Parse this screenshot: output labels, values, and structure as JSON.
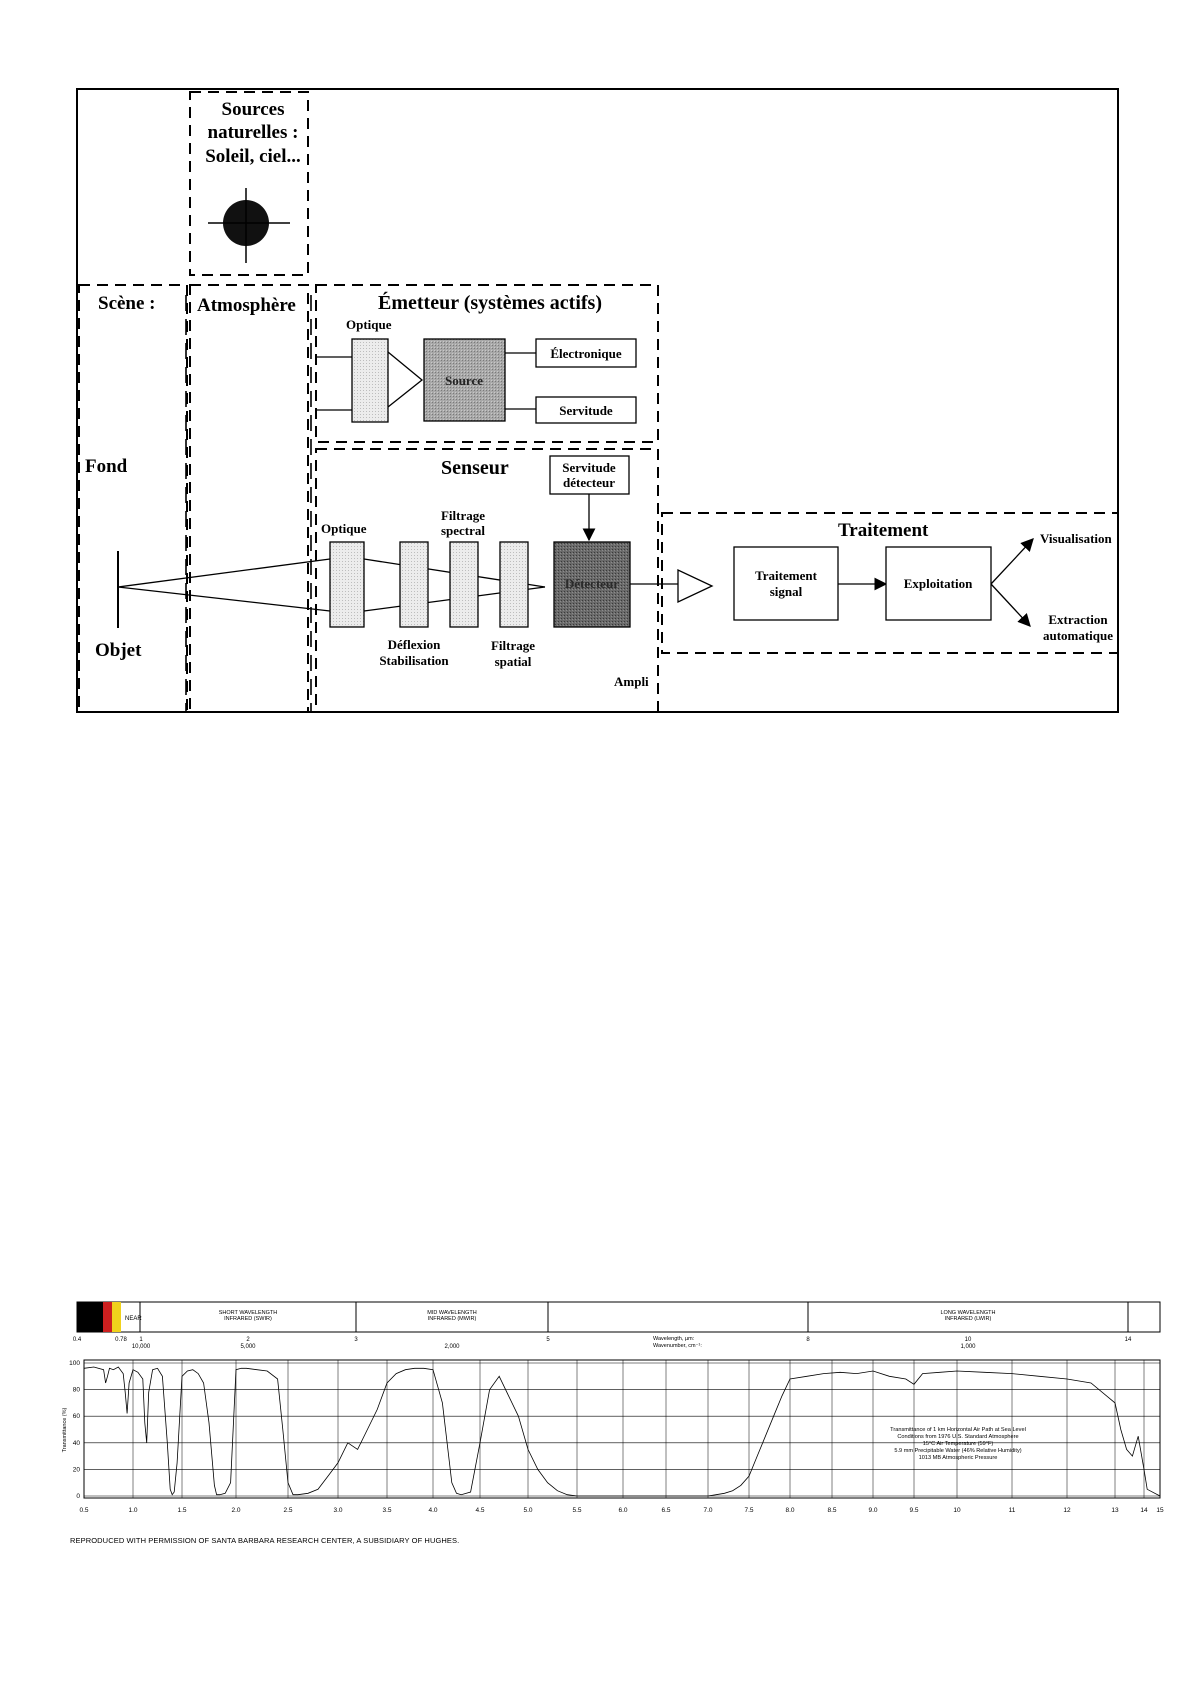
{
  "diagram": {
    "sources": [
      "Sources",
      "naturelles :",
      "Soleil, ciel..."
    ],
    "scene_label": "Scène :",
    "atmosphere_label": "Atmosphère",
    "fond_label": "Fond",
    "objet_label": "Objet",
    "emetteur": {
      "title": "Émetteur (systèmes actifs)",
      "optique": "Optique",
      "source": "Source",
      "electronique": "Électronique",
      "servitude": "Servitude"
    },
    "senseur": {
      "title": "Senseur",
      "servitude_detecteur": [
        "Servitude",
        "détecteur"
      ],
      "optique": "Optique",
      "filtrage_spectral": [
        "Filtrage",
        "spectral"
      ],
      "detecteur": "Détecteur",
      "deflexion": [
        "Déflexion",
        "Stabilisation"
      ],
      "filtrage_spatial": [
        "Filtrage",
        "spatial"
      ],
      "ampli": "Ampli"
    },
    "traitement": {
      "title": "Traitement",
      "traitement_signal": [
        "Traitement",
        "signal"
      ],
      "exploitation": "Exploitation",
      "visualisation": "Visualisation",
      "extraction": [
        "Extraction",
        "automatique"
      ]
    }
  },
  "chart_data": {
    "type": "line",
    "bands": [
      {
        "label": "NEAR"
      },
      {
        "label": "SHORT WAVELENGTH\nINFRARED (SWIR)"
      },
      {
        "label": "MID WAVELENGTH\nINFRARED (MWIR)"
      },
      {
        "label": "LONG WAVELENGTH\nINFRARED (LWIR)"
      }
    ],
    "top_wavelength_ticks": [
      "0.4",
      "0.78",
      "1",
      "2",
      "3",
      "5",
      "8",
      "10",
      "14"
    ],
    "top_wavenumber_ticks": [
      "10,000",
      "5,000",
      "2,000",
      "1,000"
    ],
    "axis_caption": [
      "Wavelength, µm:",
      "Wavenumber, cm⁻¹:"
    ],
    "ylabel": "Transmittance (%)",
    "y_ticks": [
      "0",
      "20",
      "40",
      "60",
      "80",
      "100"
    ],
    "ylim": [
      0,
      100
    ],
    "x_ticks": [
      "0.5",
      "1.0",
      "1.5",
      "2.0",
      "2.5",
      "3.0",
      "3.5",
      "4.0",
      "4.5",
      "5.0",
      "5.5",
      "6.0",
      "6.5",
      "7.0",
      "7.5",
      "8.0",
      "8.5",
      "9.0",
      "9.5",
      "10",
      "11",
      "12",
      "13",
      "14",
      "15"
    ],
    "legend": [
      "Transmittance of 1 km Horizontal Air Path at Sea Level",
      "Conditions from 1976 U.S. Standard Atmosphere",
      "15°C Air Temperature (59°F)",
      "5.9 mm Precipitable Water (46% Relative Humidity)",
      "1013 MB Atmospheric Pressure"
    ],
    "series": [
      {
        "x": [
          0.5,
          0.6,
          0.7,
          0.72,
          0.74,
          0.76,
          0.8,
          0.85,
          0.9,
          0.92,
          0.94,
          0.96,
          1.0,
          1.05,
          1.1,
          1.12,
          1.14,
          1.16,
          1.2,
          1.25,
          1.3,
          1.35,
          1.38,
          1.4,
          1.42,
          1.45,
          1.5,
          1.55,
          1.6,
          1.65,
          1.7,
          1.75,
          1.8,
          1.82,
          1.85,
          1.9,
          1.95,
          2.0,
          2.05,
          2.1,
          2.2,
          2.3,
          2.4,
          2.45,
          2.5,
          2.55,
          2.6,
          2.7,
          2.8,
          2.9,
          3.0,
          3.1,
          3.2,
          3.3,
          3.4,
          3.5,
          3.6,
          3.7,
          3.8,
          3.9,
          4.0,
          4.1,
          4.2,
          4.25,
          4.3,
          4.4,
          4.5,
          4.6,
          4.7,
          4.8,
          4.9,
          5.0,
          5.1,
          5.2,
          5.3,
          5.4,
          5.5,
          5.6,
          6.0,
          6.5,
          7.0,
          7.1,
          7.2,
          7.3,
          7.4,
          7.5,
          7.6,
          7.7,
          7.8,
          7.9,
          8.0,
          8.2,
          8.4,
          8.6,
          8.8,
          9.0,
          9.2,
          9.4,
          9.5,
          9.6,
          9.8,
          10.0,
          10.5,
          11.0,
          11.5,
          12.0,
          12.5,
          13.0,
          13.2,
          13.4,
          13.6,
          13.8,
          14.0,
          14.2,
          15.0
        ],
        "y": [
          96,
          97,
          95,
          85,
          90,
          96,
          95,
          97,
          92,
          78,
          62,
          85,
          95,
          93,
          88,
          55,
          40,
          78,
          95,
          96,
          90,
          40,
          5,
          1,
          3,
          25,
          90,
          94,
          95,
          92,
          85,
          55,
          8,
          1,
          1,
          2,
          10,
          95,
          96,
          96,
          95,
          94,
          88,
          50,
          10,
          1,
          1,
          2,
          5,
          15,
          25,
          40,
          35,
          50,
          65,
          85,
          92,
          95,
          96,
          96,
          95,
          70,
          10,
          2,
          1,
          3,
          40,
          80,
          90,
          75,
          60,
          35,
          20,
          10,
          4,
          1,
          0,
          0,
          0,
          0,
          0,
          1,
          2,
          4,
          8,
          15,
          30,
          45,
          60,
          75,
          88,
          90,
          92,
          93,
          92,
          94,
          90,
          88,
          84,
          92,
          93,
          94,
          93,
          92,
          90,
          88,
          85,
          70,
          50,
          35,
          30,
          45,
          20,
          5,
          0
        ]
      }
    ]
  },
  "credit": "REPRODUCED WITH PERMISSION OF SANTA BARBARA RESEARCH CENTER, A SUBSIDIARY OF HUGHES."
}
